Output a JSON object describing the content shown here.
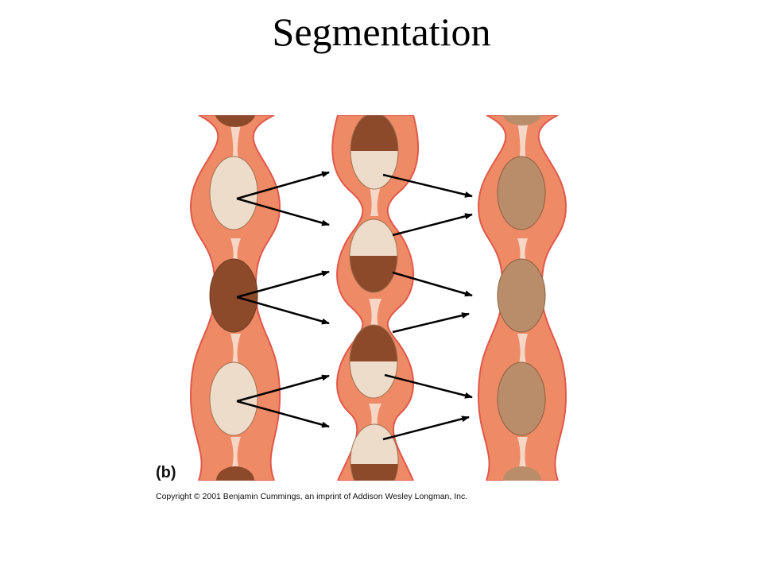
{
  "slide": {
    "title": "Segmentation",
    "figure_label": "(b)",
    "copyright": "Copyright © 2001 Benjamin Cummings, an imprint of Addison Wesley Longman, Inc."
  },
  "colors": {
    "intestine_wall": "#ef8a66",
    "wall_outline": "#e0584a",
    "lumen_background": "#f6d6c6",
    "chyme_light": "#eddcca",
    "chyme_dark": "#8c4a2a",
    "chyme_mixed": "#b98c6a",
    "arrow": "#000000"
  },
  "diagram": {
    "description_stages": [
      "stage-1",
      "stage-2",
      "stage-3"
    ]
  }
}
